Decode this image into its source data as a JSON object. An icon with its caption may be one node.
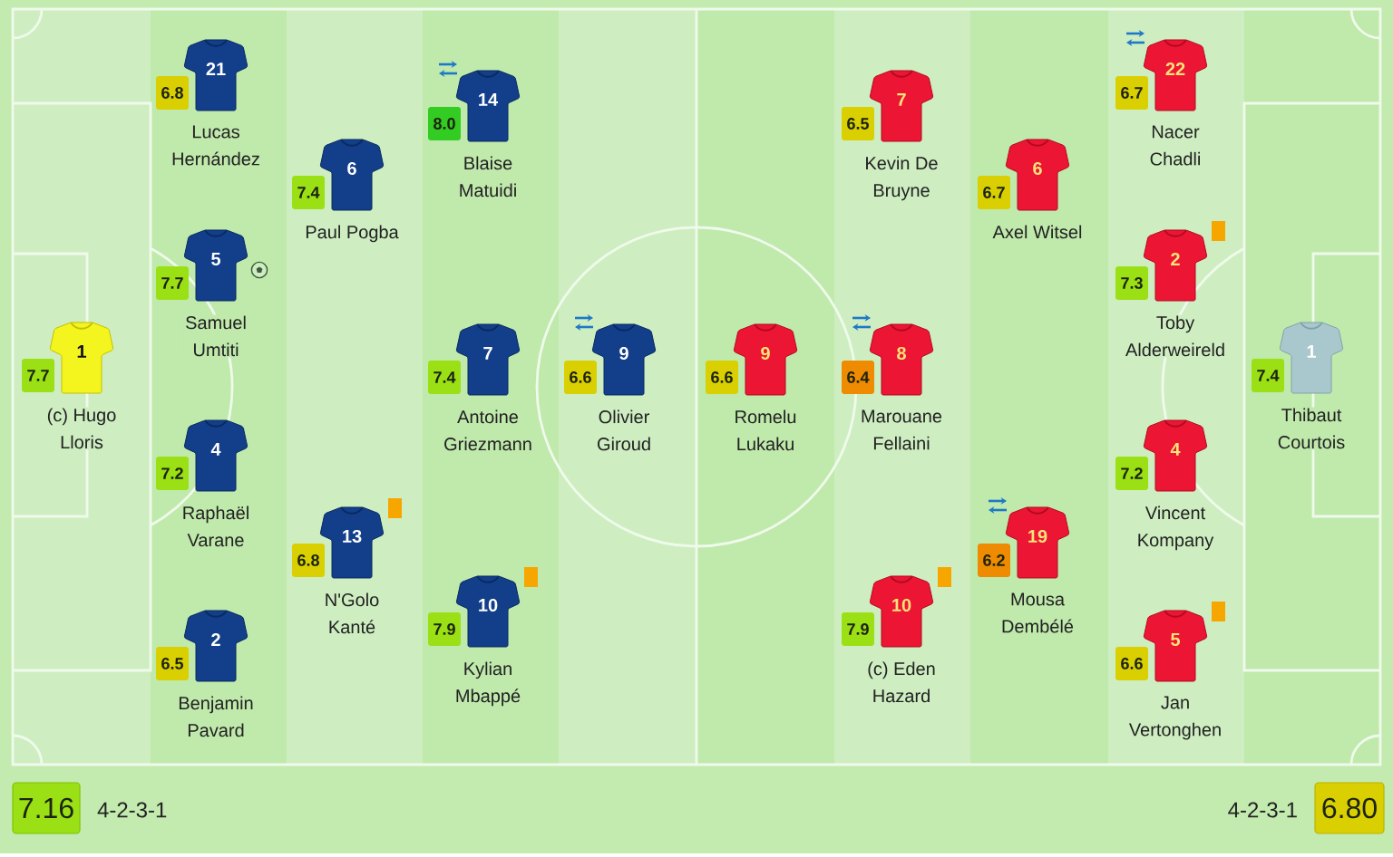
{
  "diagram": {
    "nodes": [
      {
        "text": [
          "7.7"
        ]
      },
      {
        "text": [
          "1",
          "(c) Hugo Lloris"
        ]
      },
      {
        "text": [
          "6.8"
        ]
      },
      {
        "text": [
          "21",
          "Lucas Hernández"
        ]
      },
      {
        "text": [
          "7.7"
        ]
      },
      {
        "text": [
          "5",
          "Samuel Umtiti"
        ]
      },
      {
        "text": [
          "7.2"
        ]
      },
      {
        "text": [
          "4",
          "Raphaël Varane"
        ]
      },
      {
        "text": [
          "6.5"
        ]
      },
      {
        "text": [
          "2",
          "Benjamin Pavard"
        ]
      },
      {
        "text": [
          "7.4"
        ]
      },
      {
        "text": [
          "6",
          "Paul Pogba"
        ]
      },
      {
        "text": [
          "6.8"
        ]
      },
      {
        "text": [
          "13",
          "N'Golo Kanté"
        ]
      },
      {
        "text": [
          "8.0"
        ]
      },
      {
        "text": [
          "14",
          "Blaise Matuidi"
        ]
      },
      {
        "text": [
          "7.4"
        ]
      },
      {
        "text": [
          "7",
          "Antoine Griezmann"
        ]
      },
      {
        "text": [
          "7.9"
        ]
      },
      {
        "text": [
          "10",
          "Kylian Mbappé"
        ]
      },
      {
        "text": [
          "6.6"
        ]
      },
      {
        "text": [
          "9",
          "Olivier Giroud"
        ]
      },
      {
        "text": [
          "6.6"
        ]
      },
      {
        "text": [
          "9",
          "Romelu Lukaku"
        ]
      },
      {
        "text": [
          "6.5"
        ]
      },
      {
        "text": [
          "7",
          "Kevin De Bruyne"
        ]
      },
      {
        "text": [
          "6.4"
        ]
      },
      {
        "text": [
          "8",
          "Marouane Fellaini"
        ]
      },
      {
        "text": [
          "7.9"
        ]
      },
      {
        "text": [
          "10",
          "(c) Eden Hazard"
        ]
      },
      {
        "text": [
          "6.7"
        ]
      },
      {
        "text": [
          "6",
          "Axel Witsel"
        ]
      },
      {
        "text": [
          "6.2"
        ]
      },
      {
        "text": [
          "19",
          "Mousa Dembélé"
        ]
      },
      {
        "text": [
          "6.7"
        ]
      },
      {
        "text": [
          "22",
          "Nacer Chadli"
        ]
      },
      {
        "text": [
          "7.3"
        ]
      },
      {
        "text": [
          "2",
          "Toby Alderweireld"
        ]
      },
      {
        "text": [
          "7.2"
        ]
      },
      {
        "text": [
          "4",
          "Vincent Kompany"
        ]
      },
      {
        "text": [
          "6.6"
        ]
      },
      {
        "text": [
          "5",
          "Jan Vertonghen"
        ]
      },
      {
        "text": [
          "7.4"
        ]
      },
      {
        "text": [
          "1",
          "Thibaut Courtois"
        ]
      },
      {
        "text": [
          "7.16"
        ],
        "beside": [
          "4-2-3-1"
        ]
      },
      {
        "text": [
          "6.80"
        ],
        "beside": [
          "4-2-3-1"
        ]
      }
    ]
  }
}
